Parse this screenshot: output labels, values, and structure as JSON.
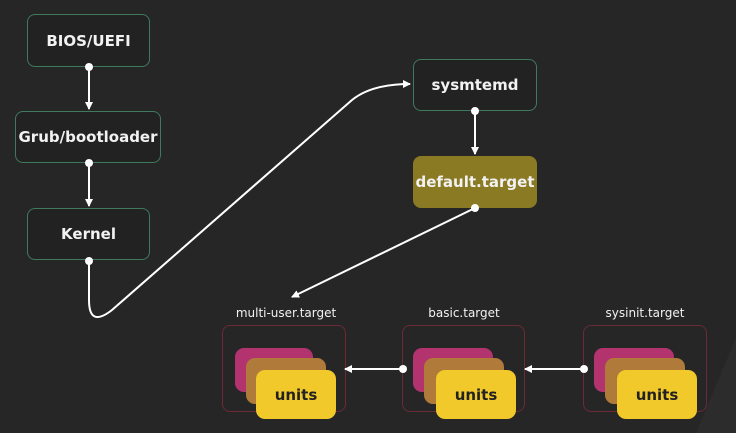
{
  "nodes": {
    "bios": "BIOS/UEFI",
    "grub": "Grub/bootloader",
    "kernel": "Kernel",
    "systemd": "sysmtemd",
    "default_target": "default.target"
  },
  "groups": {
    "multi_user": {
      "label": "multi-user.target",
      "units": "units"
    },
    "basic": {
      "label": "basic.target",
      "units": "units"
    },
    "sysinit": {
      "label": "sysinit.target",
      "units": "units"
    }
  },
  "colors": {
    "background": "#262626",
    "node_border": "#3f7a5e",
    "default_target_fill": "#8a7a24",
    "group_border": "#6b2a36",
    "unit_back": "#b2336e",
    "unit_middle": "#b07a3a",
    "unit_front": "#f1c92a",
    "connector": "#ffffff"
  }
}
